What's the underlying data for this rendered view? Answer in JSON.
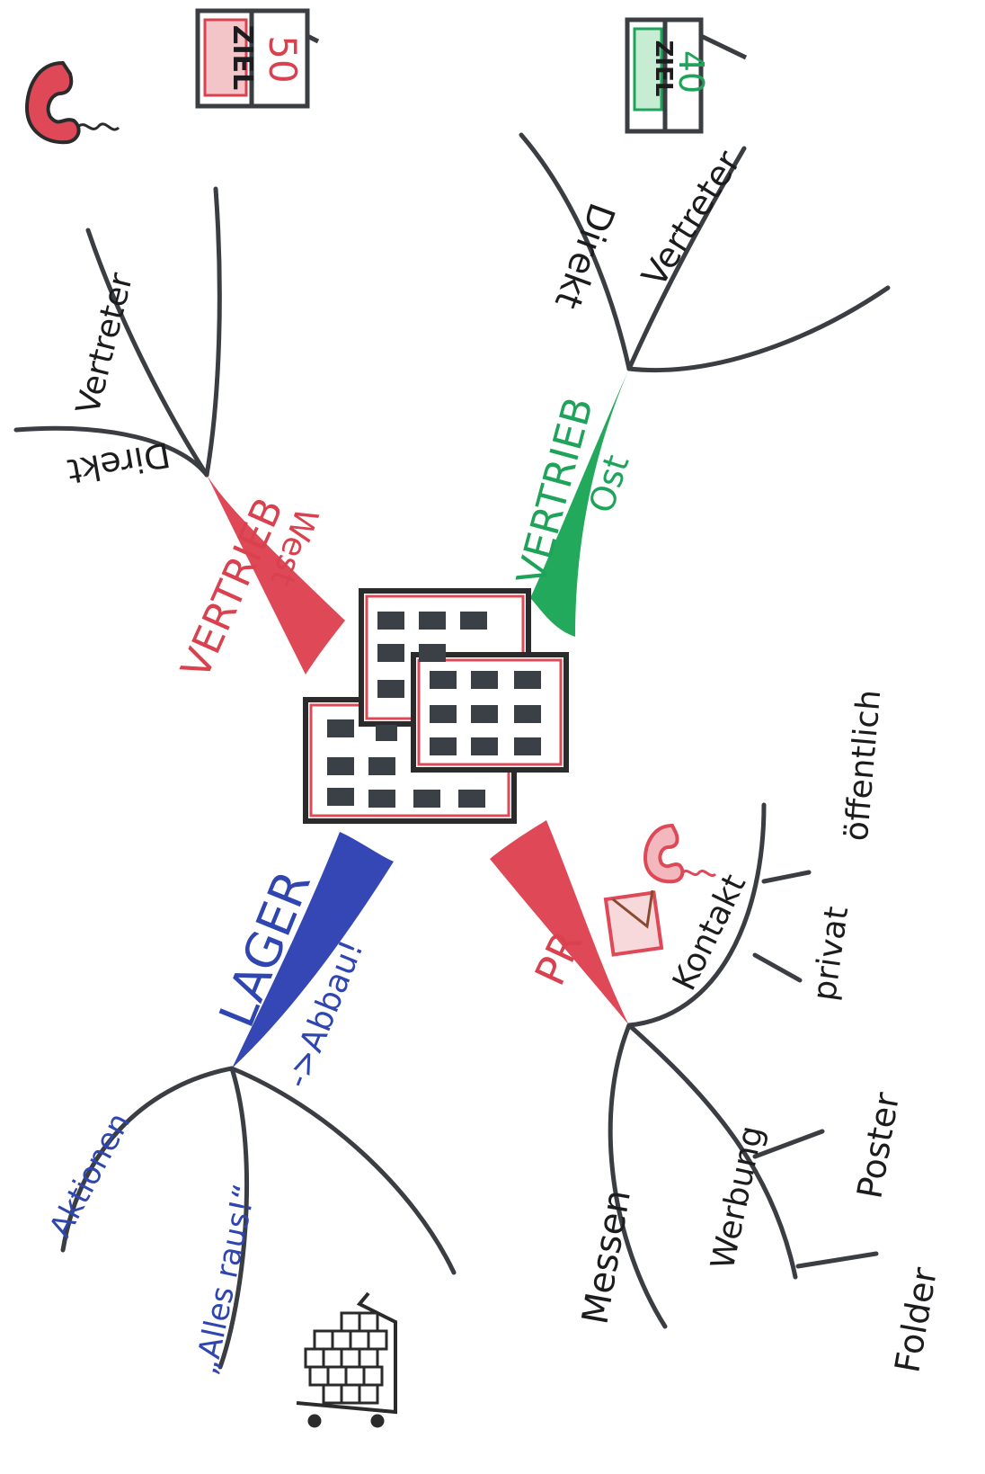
{
  "center": {
    "icon": "office-buildings-icon"
  },
  "branches": {
    "west": {
      "title": "VERTRIEB",
      "subtitle": "West",
      "color": "#de4857",
      "children": [
        "Direkt",
        "Vertreter"
      ],
      "goal": {
        "label": "ZIEL",
        "value": "50"
      },
      "icon": "telephone-icon"
    },
    "ost": {
      "title": "VERTRIEB",
      "subtitle": "Ost",
      "color": "#23a95c",
      "children": [
        "Direkt",
        "Vertreter"
      ],
      "goal": {
        "label": "ZIEL",
        "value": "40"
      }
    },
    "lager": {
      "title": "LAGER",
      "subtitle": "->Abbau!",
      "color": "#3447b4",
      "children": [
        "Aktionen",
        "„Alles raus!“"
      ],
      "icon": "shopping-cart-icon"
    },
    "pr": {
      "title": "PR",
      "color": "#de4857",
      "children": [
        "Messen",
        "Werbung",
        "Kontakt"
      ],
      "werbung_children": [
        "Poster",
        "Folder"
      ],
      "kontakt_children": [
        "privat",
        "öffentlich"
      ],
      "icons": [
        "envelope-icon",
        "telephone-icon"
      ]
    }
  }
}
